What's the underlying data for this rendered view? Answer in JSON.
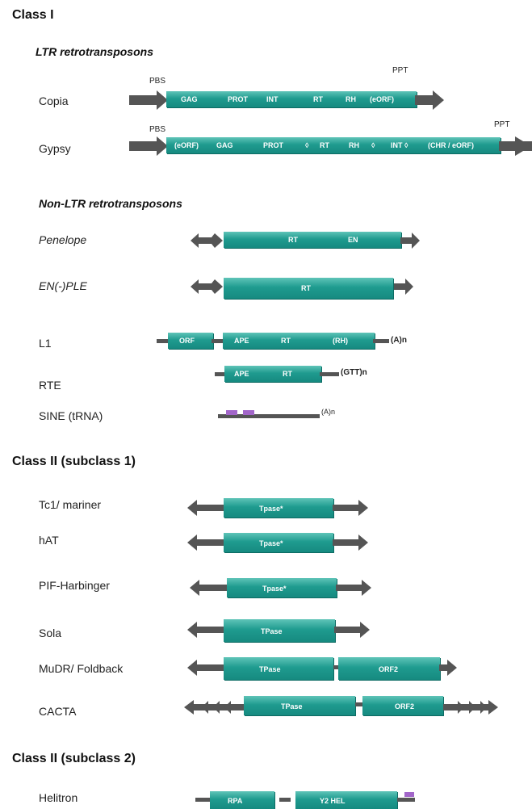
{
  "class1": {
    "title": "Class I",
    "ltr_title": "LTR retrotransposons",
    "nonltr_title": "Non-LTR retrotransposons"
  },
  "copia": {
    "name": "Copia",
    "pbs": "PBS",
    "ppt": "PPT",
    "domains": [
      "GAG",
      "PROT",
      "INT",
      "RT",
      "RH",
      "(eORF)"
    ]
  },
  "gypsy": {
    "name": "Gypsy",
    "pbs": "PBS",
    "ppt": "PPT",
    "domains": [
      "(eORF)",
      "GAG",
      "PROT",
      "◊",
      "RT",
      "RH",
      "◊",
      "INT ◊",
      "(CHR / eORF)"
    ]
  },
  "penelope": {
    "name": "Penelope",
    "domains": [
      "RT",
      "EN"
    ]
  },
  "enple": {
    "name": "EN(-)PLE",
    "domains": [
      "RT"
    ]
  },
  "l1": {
    "name": "L1",
    "orf": "ORF",
    "domains": [
      "APE",
      "RT",
      "(RH)"
    ],
    "tail": "(A)n"
  },
  "rte": {
    "name": "RTE",
    "domains": [
      "APE",
      "RT"
    ],
    "tail": "(GTT)n"
  },
  "sine": {
    "name": "SINE (tRNA)",
    "tail": "(A)n"
  },
  "class2a": {
    "title": "Class II (subclass 1)"
  },
  "tc1": {
    "name": "Tc1/ mariner",
    "tpase": "Tpase*"
  },
  "hat": {
    "name": "hAT",
    "tpase": "Tpase*"
  },
  "pif": {
    "name": "PIF-Harbinger",
    "tpase": "Tpase*"
  },
  "sola": {
    "name": "Sola",
    "tpase": "TPase"
  },
  "mudr": {
    "name": "MuDR/ Foldback",
    "tpase": "TPase",
    "orf2": "ORF2"
  },
  "cacta": {
    "name": "CACTA",
    "tpase": "TPase",
    "orf2": "ORF2"
  },
  "class2b": {
    "title": "Class II (subclass 2)"
  },
  "helitron": {
    "name": "Helitron",
    "rpa": "RPA",
    "hel": "Y2 HEL"
  },
  "colors": {
    "box_light": "#5fc4b8",
    "box_dark": "#168a80",
    "arrow": "#555555",
    "motif": "#a266c9"
  }
}
